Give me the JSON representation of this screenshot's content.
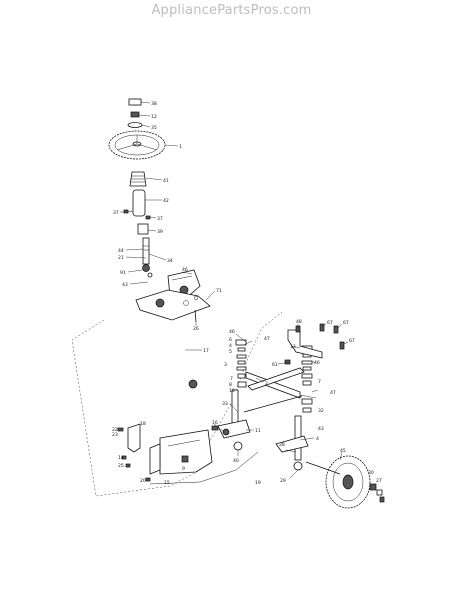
{
  "watermark": "AppliancePartsPros.com",
  "callouts": [
    {
      "id": "c-38",
      "text": "38"
    },
    {
      "id": "c-12",
      "text": "12"
    },
    {
      "id": "c-35",
      "text": "35"
    },
    {
      "id": "c-1",
      "text": "1"
    },
    {
      "id": "c-41",
      "text": "41"
    },
    {
      "id": "c-42",
      "text": "42"
    },
    {
      "id": "c-37a",
      "text": "37"
    },
    {
      "id": "c-37b",
      "text": "37"
    },
    {
      "id": "c-39",
      "text": "39"
    },
    {
      "id": "c-44",
      "text": "44"
    },
    {
      "id": "c-21",
      "text": "21"
    },
    {
      "id": "c-34",
      "text": "34"
    },
    {
      "id": "c-91",
      "text": "91"
    },
    {
      "id": "c-43",
      "text": "43"
    },
    {
      "id": "c-46",
      "text": "46"
    },
    {
      "id": "c-71",
      "text": "71"
    },
    {
      "id": "c-26",
      "text": "26"
    },
    {
      "id": "c-17",
      "text": "17"
    },
    {
      "id": "c-46b",
      "text": "46"
    },
    {
      "id": "c-6",
      "text": "6"
    },
    {
      "id": "c-4",
      "text": "4"
    },
    {
      "id": "c-5",
      "text": "5"
    },
    {
      "id": "c-3",
      "text": "3"
    },
    {
      "id": "c-47",
      "text": "47"
    },
    {
      "id": "c-61",
      "text": "61"
    },
    {
      "id": "c-48",
      "text": "48"
    },
    {
      "id": "c-13",
      "text": "13"
    },
    {
      "id": "c-67a",
      "text": "67"
    },
    {
      "id": "c-67b",
      "text": "67"
    },
    {
      "id": "c-67c",
      "text": "67"
    },
    {
      "id": "c-46c",
      "text": "46"
    },
    {
      "id": "c-7a",
      "text": "7"
    },
    {
      "id": "c-8",
      "text": "8"
    },
    {
      "id": "c-10",
      "text": "10"
    },
    {
      "id": "c-7b",
      "text": "7"
    },
    {
      "id": "c-32",
      "text": "32"
    },
    {
      "id": "c-47b",
      "text": "47"
    },
    {
      "id": "c-2",
      "text": "2"
    },
    {
      "id": "c-33",
      "text": "33"
    },
    {
      "id": "c-11",
      "text": "11"
    },
    {
      "id": "c-40",
      "text": "40"
    },
    {
      "id": "c-4b",
      "text": "4"
    },
    {
      "id": "c-28",
      "text": "28"
    },
    {
      "id": "c-29",
      "text": "29"
    },
    {
      "id": "c-45",
      "text": "45"
    },
    {
      "id": "c-19",
      "text": "19"
    },
    {
      "id": "c-18",
      "text": "18"
    },
    {
      "id": "c-22",
      "text": "22"
    },
    {
      "id": "c-23",
      "text": "23"
    },
    {
      "id": "c-16",
      "text": "16"
    },
    {
      "id": "c-15",
      "text": "15"
    },
    {
      "id": "c-14",
      "text": "14"
    },
    {
      "id": "c-25",
      "text": "25"
    },
    {
      "id": "c-20",
      "text": "20"
    },
    {
      "id": "c-9",
      "text": "9"
    },
    {
      "id": "c-43b",
      "text": "43"
    },
    {
      "id": "c-30",
      "text": "30"
    },
    {
      "id": "c-27",
      "text": "27"
    }
  ]
}
